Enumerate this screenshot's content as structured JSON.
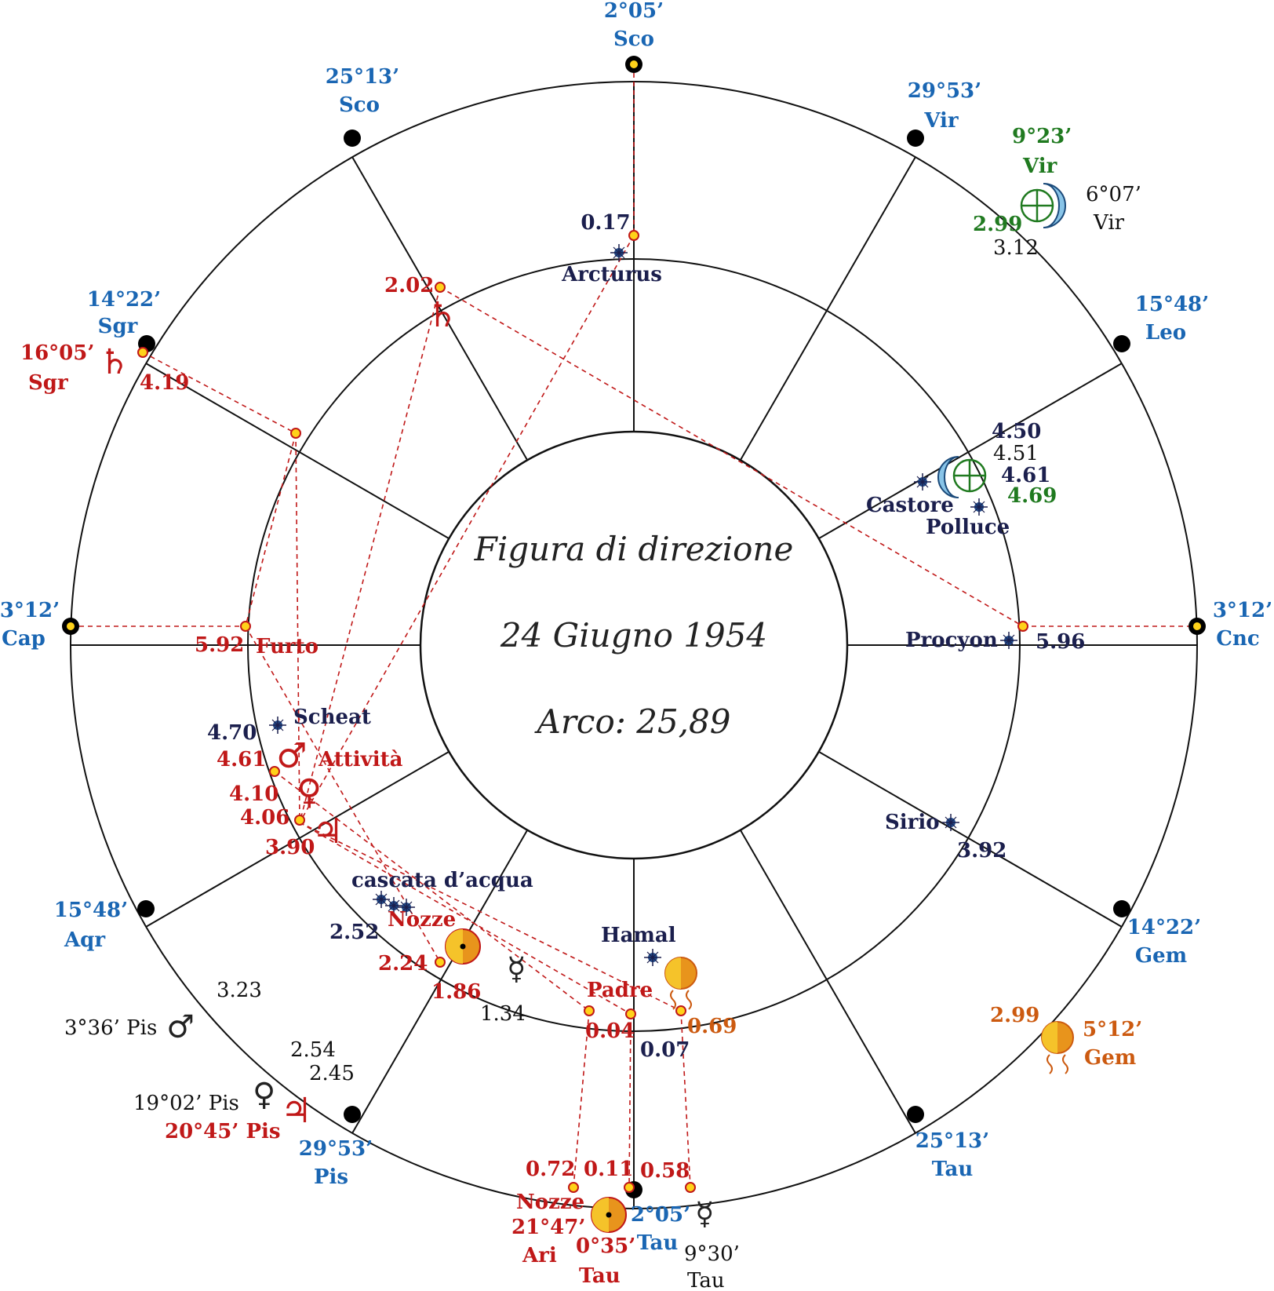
{
  "title": {
    "line1": "Figura di direzione",
    "line2": "24 Giugno 1954",
    "line3": "Arco: 25,89"
  },
  "cusps": [
    {
      "id": "top",
      "deg": "2°05’",
      "sign": "Sco"
    },
    {
      "id": "c11",
      "deg": "25°13’",
      "sign": "Sco"
    },
    {
      "id": "c12",
      "deg": "14°22’",
      "sign": "Sgr"
    },
    {
      "id": "left",
      "deg": "3°12’",
      "sign": "Cap"
    },
    {
      "id": "c2",
      "deg": "15°48’",
      "sign": "Aqr"
    },
    {
      "id": "c3",
      "deg": "29°53’",
      "sign": "Pis"
    },
    {
      "id": "bottom",
      "deg": "2°05’",
      "sign": "Tau"
    },
    {
      "id": "c5",
      "deg": "25°13’",
      "sign": "Tau"
    },
    {
      "id": "c6",
      "deg": "14°22’",
      "sign": "Gem"
    },
    {
      "id": "right",
      "deg": "3°12’",
      "sign": "Cnc"
    },
    {
      "id": "c8",
      "deg": "15°48’",
      "sign": "Leo"
    },
    {
      "id": "c9",
      "deg": "29°53’",
      "sign": "Vir"
    }
  ],
  "stars": {
    "arcturus": "Arcturus",
    "castore": "Castore",
    "polluce": "Polluce",
    "procyon": "Procyon",
    "sirio": "Sirio",
    "scheat": "Scheat",
    "hamal": "Hamal",
    "cascata": "cascata d’acqua"
  },
  "labels": {
    "furto": "Furto",
    "attivita": "Attività",
    "nozze_inner": "Nozze",
    "padre": "Padre",
    "nozze_outer": "Nozze"
  },
  "values": {
    "v017": "0.17",
    "v202": "2.02",
    "v419": "4.19",
    "v592": "5.92",
    "v596": "5.96",
    "v450": "4.50",
    "v451": "4.51",
    "v461a": "4.61",
    "v469": "4.69",
    "v299g": "2.99",
    "v312": "3.12",
    "v470": "4.70",
    "v461b": "4.61",
    "v410": "4.10",
    "v406": "4.06",
    "v390": "3.90",
    "v392": "3.92",
    "v252": "2.52",
    "v224": "2.24",
    "v186": "1.86",
    "v134": "1.34",
    "v004": "0.04",
    "v007": "0.07",
    "v069": "0.69",
    "v323": "3.23",
    "v254": "2.54",
    "v245": "2.45",
    "v072": "0.72",
    "v011": "0.11",
    "v058": "0.58",
    "v299o": "2.99"
  },
  "positions": {
    "saturn_sgr_deg": "16°05’",
    "saturn_sgr_sign": "Sgr",
    "moon_vir_green_deg": "9°23’",
    "moon_vir_green_sign": "Vir",
    "moon_vir_black_deg": "6°07’",
    "moon_vir_black_sign": "Vir",
    "mars_pis": "3°36’ Pis",
    "venus_pis": "19°02’ Pis",
    "jupiter_pis": "20°45’ Pis",
    "nozze_deg": "21°47’",
    "nozze_sign": "Ari",
    "sun_tau_deg": "0°35’",
    "sun_tau_sign": "Tau",
    "merc_tau_deg": "9°30’",
    "merc_tau_sign": "Tau",
    "node_gem_deg": "5°12’",
    "node_gem_sign": "Gem"
  },
  "glyphs": {
    "saturn": "♄",
    "jupiter": "♃",
    "mars": "♂",
    "venus": "♀",
    "mercury": "☿",
    "earth": "⊕"
  },
  "colors": {
    "cusp_blue": "#1a66b3",
    "red": "#c01818",
    "navy": "#1b1f4d",
    "green": "#207a20",
    "orange": "#e8941c"
  }
}
